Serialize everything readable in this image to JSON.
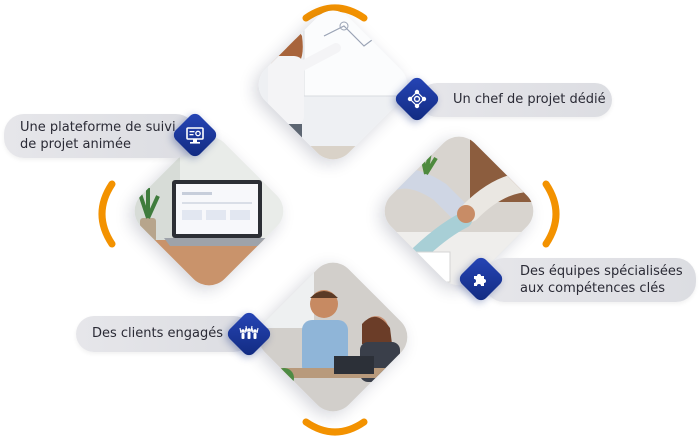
{
  "items": [
    {
      "label": "Un chef de projet dédié",
      "icon": "network-gear-icon"
    },
    {
      "label_line1": "Une plateforme de suivi",
      "label_line2": "de projet animée",
      "icon": "monitor-settings-icon"
    },
    {
      "label_line1": "Des équipes spécialisées",
      "label_line2": "aux compétences clés",
      "icon": "puzzle-icon"
    },
    {
      "label": "Des clients engagés",
      "icon": "team-cheer-icon"
    }
  ],
  "colors": {
    "accent_orange": "#f39200",
    "badge_blue": "#1f3ea8",
    "pill_gray": "#e2e3e7"
  }
}
